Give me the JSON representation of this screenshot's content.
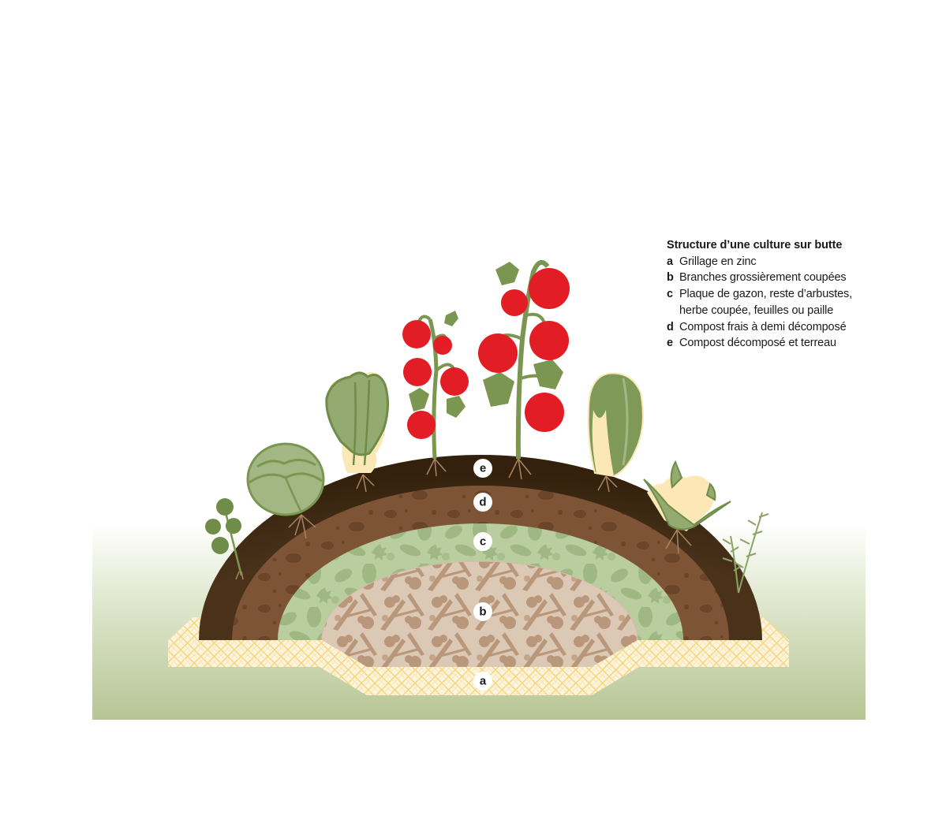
{
  "diagram": {
    "title": "Structure d’une culture sur butte",
    "layers": [
      {
        "key": "a",
        "label": "Grillage en zinc",
        "color": "#fdf3dc",
        "pattern_color": "#f7d77a"
      },
      {
        "key": "b",
        "label": "Branches grossièrement coupées",
        "color": "#dcc8b4",
        "pattern_color": "#b9977a"
      },
      {
        "key": "c",
        "label": "Plaque de gazon, reste d’arbustes, herbe coupée, feuilles ou paille",
        "color": "#b7cc9c",
        "pattern_color": "#9cb57e"
      },
      {
        "key": "d",
        "label": "Compost frais à demi décomposé",
        "color": "#7f5637",
        "pattern_color": "#6b452b"
      },
      {
        "key": "e",
        "label": "Compost décomposé et terreau",
        "color": "#3c2812",
        "pattern_color": "#5a3d22"
      }
    ],
    "legend_lines": [
      {
        "key": "a",
        "text": "Grillage en zinc"
      },
      {
        "key": "b",
        "text": "Branches grossièrement coupées"
      },
      {
        "key": "c",
        "text": "Plaque de gazon, reste d’arbustes,"
      },
      {
        "key": "",
        "text": "herbe coupée, feuilles ou paille"
      },
      {
        "key": "d",
        "text": "Compost frais à demi décomposé"
      },
      {
        "key": "e",
        "text": "Compost décomposé et terreau"
      }
    ],
    "plants": [
      "cilantro",
      "cabbage",
      "bok-choy",
      "cherry-tomato",
      "tomato",
      "chinese-cabbage",
      "cauliflower",
      "rosemary"
    ],
    "colors": {
      "ground_top": "#ffffff",
      "ground_bottom": "#b9c898",
      "leaf": "#7a9650",
      "leaf_light": "#a3b784",
      "tomato": "#e21d25",
      "root": "#a98563",
      "cream": "#fbe8b6"
    }
  }
}
